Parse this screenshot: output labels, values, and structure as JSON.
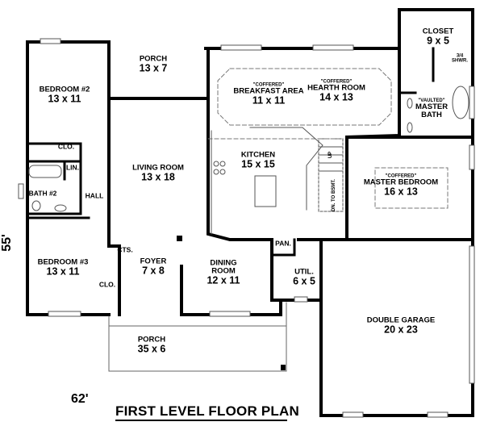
{
  "title": "FIRST LEVEL FLOOR PLAN",
  "overall_width": "62'",
  "overall_depth": "55'",
  "rooms": {
    "porch_rear": {
      "name": "PORCH",
      "size": "13 x 7"
    },
    "bedroom2": {
      "name": "BEDROOM #2",
      "size": "13 x 11"
    },
    "clo1": {
      "name": "CLO."
    },
    "lin": {
      "name": "LIN."
    },
    "bath2": {
      "name": "BATH #2"
    },
    "hall": {
      "name": "HALL"
    },
    "living": {
      "name": "LIVING ROOM",
      "size": "13 x 18"
    },
    "cts": {
      "name": "CTS."
    },
    "foyer": {
      "name": "FOYER",
      "size": "7 x 8"
    },
    "bedroom3": {
      "name": "BEDROOM #3",
      "size": "13 x 11"
    },
    "clo2": {
      "name": "CLO."
    },
    "dining": {
      "name": "DINING ROOM",
      "size": "12 x 11"
    },
    "pan": {
      "name": "PAN."
    },
    "util": {
      "name": "UTIL.",
      "size": "6 x 5"
    },
    "garage": {
      "name": "DOUBLE GARAGE",
      "size": "20 x 23"
    },
    "porch_front": {
      "name": "PORCH",
      "size": "35 x 6"
    },
    "breakfast": {
      "note": "\"COFFERED\"",
      "name": "BREAKFAST AREA",
      "size": "11 x 11"
    },
    "hearth": {
      "note": "\"COFFERED\"",
      "name": "HEARTH ROOM",
      "size": "14 x 13"
    },
    "kitchen": {
      "name": "KITCHEN",
      "size": "15 x 15"
    },
    "master_bed": {
      "note": "\"COFFERED\"",
      "name": "MASTER BEDROOM",
      "size": "16 x 13"
    },
    "master_bath": {
      "note": "\"VAULTED\"",
      "name": "MASTER BATH"
    },
    "closet": {
      "name": "CLOSET",
      "size": "9 x 5"
    },
    "shower": {
      "name": "3/4 SHWR."
    },
    "stairs_up": {
      "name": "UP"
    },
    "stairs_dn": {
      "name": "DN. TO BSMT."
    }
  }
}
